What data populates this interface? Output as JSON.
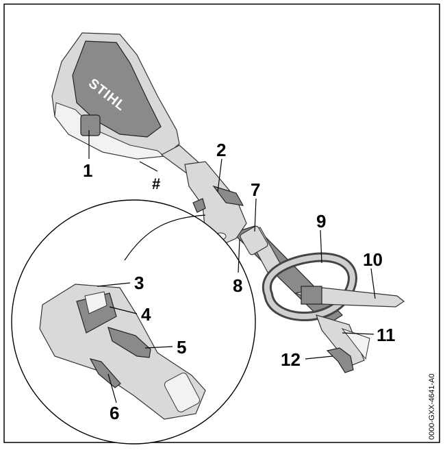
{
  "diagram": {
    "brand_logo": "STIHL",
    "hash_marker": "#",
    "drawing_code": "0000-GXX-4641-A0",
    "callouts": [
      {
        "id": "1",
        "label": "1"
      },
      {
        "id": "2",
        "label": "2"
      },
      {
        "id": "3",
        "label": "3"
      },
      {
        "id": "4",
        "label": "4"
      },
      {
        "id": "5",
        "label": "5"
      },
      {
        "id": "6",
        "label": "6"
      },
      {
        "id": "7",
        "label": "7"
      },
      {
        "id": "8",
        "label": "8"
      },
      {
        "id": "9",
        "label": "9"
      },
      {
        "id": "10",
        "label": "10"
      },
      {
        "id": "11",
        "label": "11"
      },
      {
        "id": "12",
        "label": "12"
      }
    ]
  }
}
